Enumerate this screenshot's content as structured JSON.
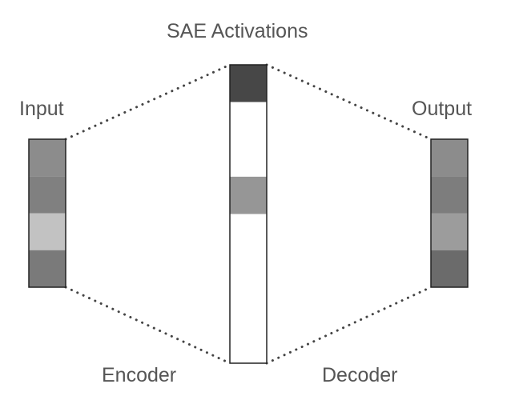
{
  "title": "SAE Activations",
  "input_label": "Input",
  "output_label": "Output",
  "encoder_label": "Encoder",
  "decoder_label": "Decoder",
  "input_cells": [
    "#8c8c8c",
    "#808080",
    "#c2c2c2",
    "#7a7a7a"
  ],
  "output_cells": [
    "#8c8c8c",
    "#7d7d7d",
    "#9c9c9c",
    "#6b6b6b"
  ],
  "activation_cells": [
    "#474747",
    "#ffffff",
    "#ffffff",
    "#969696",
    "#ffffff",
    "#ffffff",
    "#ffffff",
    "#ffffff"
  ],
  "colors": {
    "text": "#555555",
    "stroke": "#222222",
    "dots": "#444444"
  }
}
